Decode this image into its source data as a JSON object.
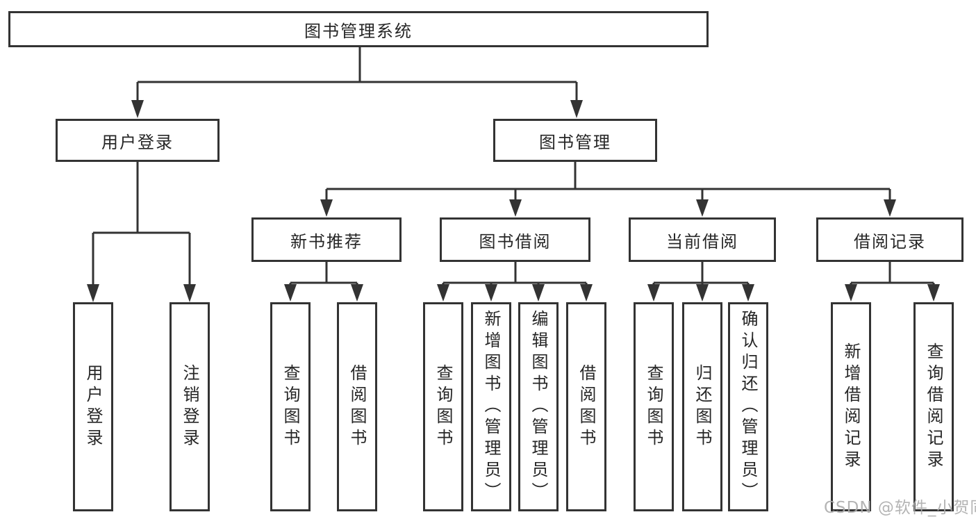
{
  "diagram": {
    "root": {
      "label": "图书管理系统"
    },
    "level2": [
      {
        "label": "用户登录"
      },
      {
        "label": "图书管理"
      }
    ],
    "level3": [
      {
        "label": "新书推荐",
        "parent": "图书管理"
      },
      {
        "label": "图书借阅",
        "parent": "图书管理"
      },
      {
        "label": "当前借阅",
        "parent": "图书管理"
      },
      {
        "label": "借阅记录",
        "parent": "图书管理"
      }
    ],
    "leaves": [
      {
        "label": "用户登录",
        "parent": "用户登录"
      },
      {
        "label": "注销登录",
        "parent": "用户登录"
      },
      {
        "label": "查询图书",
        "parent": "新书推荐"
      },
      {
        "label": "借阅图书",
        "parent": "新书推荐"
      },
      {
        "label": "查询图书",
        "parent": "图书借阅"
      },
      {
        "label": "新增图书（管理员）",
        "parent": "图书借阅"
      },
      {
        "label": "编辑图书（管理员）",
        "parent": "图书借阅"
      },
      {
        "label": "借阅图书",
        "parent": "图书借阅"
      },
      {
        "label": "查询图书",
        "parent": "当前借阅"
      },
      {
        "label": "归还图书",
        "parent": "当前借阅"
      },
      {
        "label": "确认归还（管理员）",
        "parent": "当前借阅"
      },
      {
        "label": "新增借阅记录",
        "parent": "借阅记录"
      },
      {
        "label": "查询借阅记录",
        "parent": "借阅记录"
      }
    ]
  },
  "watermark": {
    "text": "CSDN @软件_小贺同学"
  },
  "colors": {
    "line": "#333333",
    "box_border": "#333333",
    "text": "#262626",
    "background": "#ffffff",
    "watermark": "#acacac"
  }
}
